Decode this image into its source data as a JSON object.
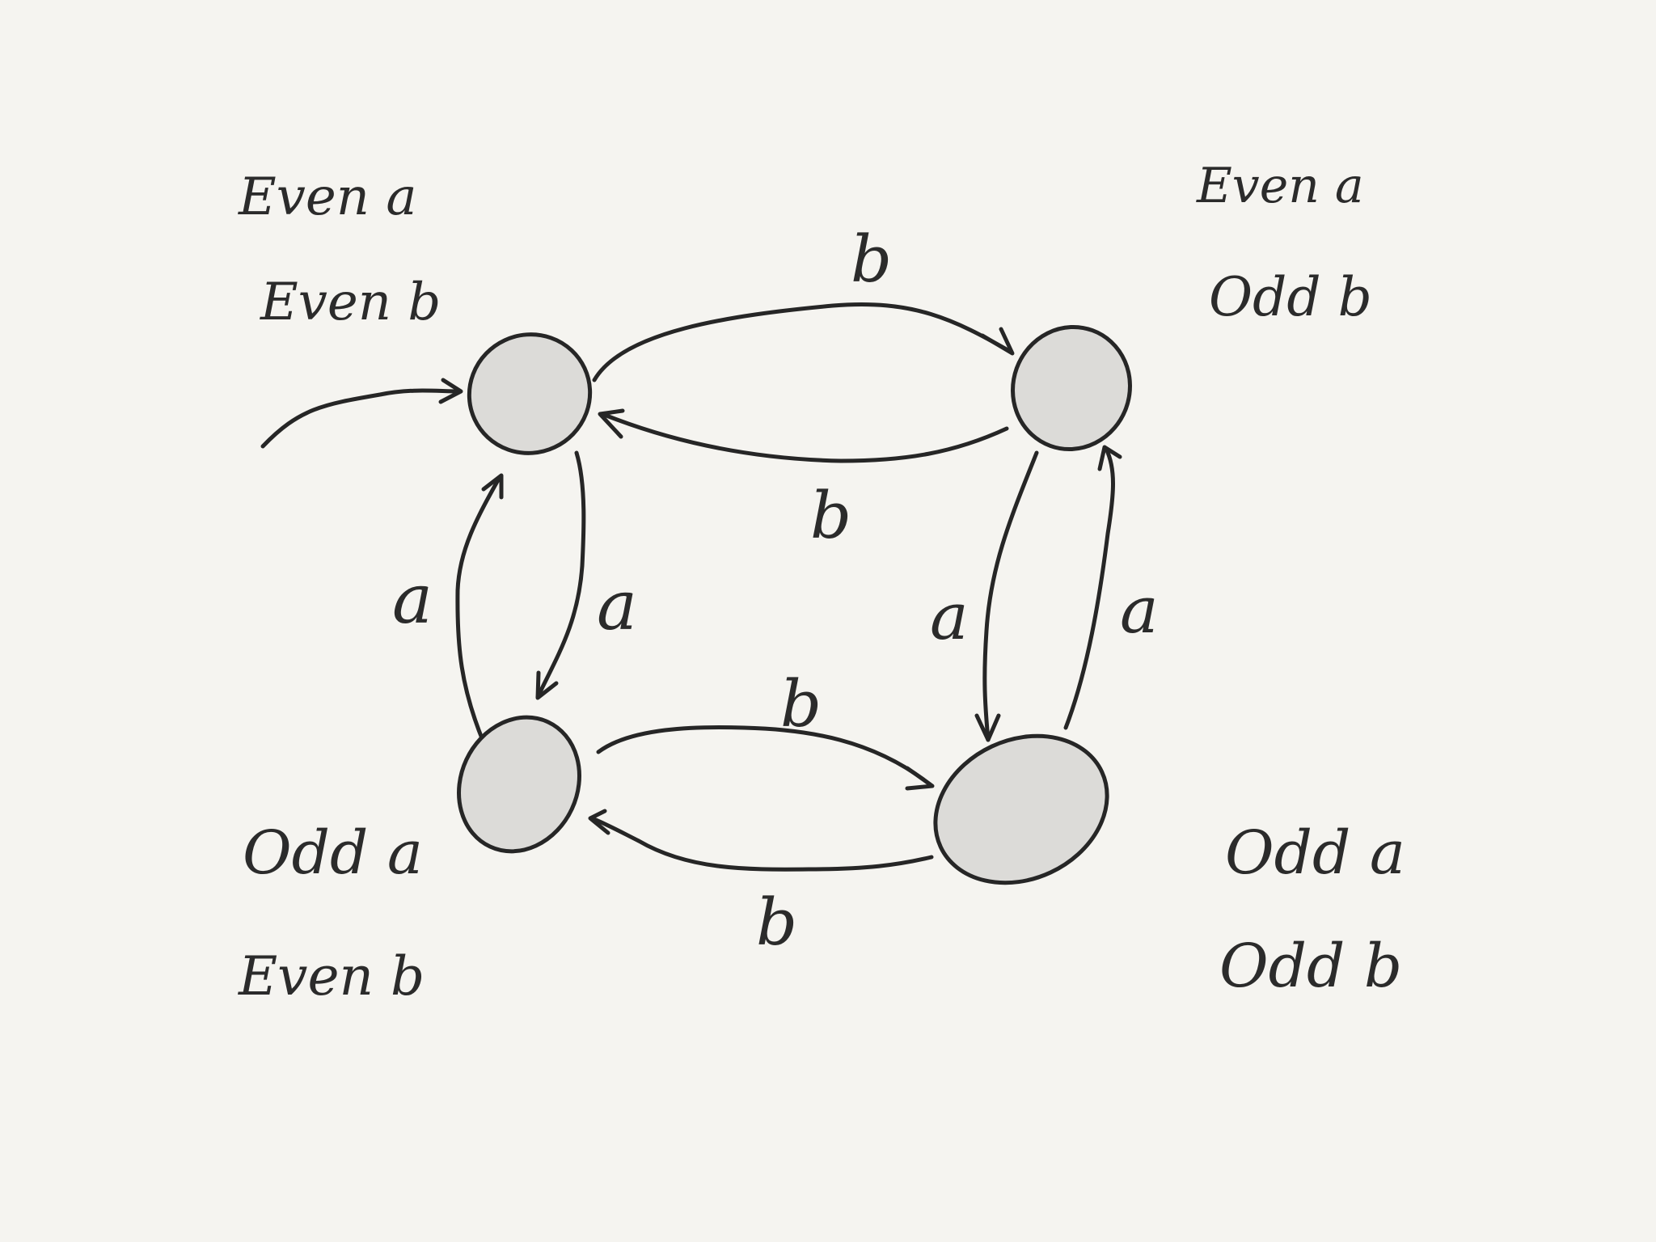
{
  "states": [
    {
      "id": "ee",
      "label_line1": "Even  a",
      "label_line2": "Even  b",
      "initial": true
    },
    {
      "id": "eo",
      "label_line1": "Even  a",
      "label_line2": "Odd  b",
      "initial": false
    },
    {
      "id": "oe",
      "label_line1": "Odd  a",
      "label_line2": "Even  b",
      "initial": false
    },
    {
      "id": "oo",
      "label_line1": "Odd  a",
      "label_line2": "Odd  b",
      "initial": false
    }
  ],
  "transitions": [
    {
      "from": "ee",
      "to": "eo",
      "symbol": "b"
    },
    {
      "from": "eo",
      "to": "ee",
      "symbol": "b"
    },
    {
      "from": "ee",
      "to": "oe",
      "symbol": "a"
    },
    {
      "from": "oe",
      "to": "ee",
      "symbol": "a"
    },
    {
      "from": "eo",
      "to": "oo",
      "symbol": "a"
    },
    {
      "from": "oo",
      "to": "eo",
      "symbol": "a"
    },
    {
      "from": "oe",
      "to": "oo",
      "symbol": "b"
    },
    {
      "from": "oo",
      "to": "oe",
      "symbol": "b"
    }
  ],
  "colors": {
    "background": "#f5f4f0",
    "state_fill": "#dcdbd8",
    "ink": "#262626"
  }
}
